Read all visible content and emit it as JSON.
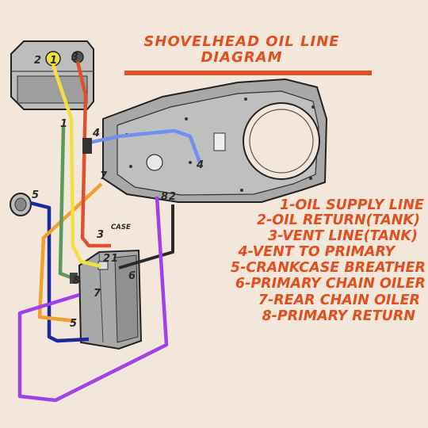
{
  "title": {
    "line1": "SHOVELHEAD OIL LINE",
    "line2": "DIAGRAM"
  },
  "legend": [
    "1-OIL SUPPLY LINE",
    "2-OIL RETURN(TANK)",
    "3-VENT LINE(TANK)",
    "4-VENT TO PRIMARY",
    "5-CRANKCASE BREATHER",
    "6-PRIMARY CHAIN OILER",
    "7-REAR CHAIN OILER",
    "8-PRIMARY RETURN"
  ],
  "labels": {
    "case": "CASE",
    "tank_2": "2",
    "tank_1": "1",
    "tank_3": "3",
    "tank_1b": "1",
    "primary_4a": "4",
    "primary_7": "7",
    "primary_4b": "4",
    "primary_8": "8",
    "primary_2": "2",
    "breather_5": "5",
    "case_3": "3",
    "pump_2": "2",
    "pump_1": "1",
    "pump_6": "6",
    "pump_8": "8",
    "pump_7": "7",
    "pump_5": "5"
  },
  "colors": {
    "title": "#e0501e",
    "line_1_supply": "#f0e040",
    "line_2_return": "#e05030",
    "line_3_vent": "#e05030",
    "line_4_vent_primary": "#7090f0",
    "line_5_breather": "#f0a030",
    "line_6_primary_oiler": "#1a2a9a",
    "line_7_rear_oiler": "#a040e8",
    "line_8_primary_return": "#2a2a2a",
    "green_line": "#5a9a5a"
  }
}
